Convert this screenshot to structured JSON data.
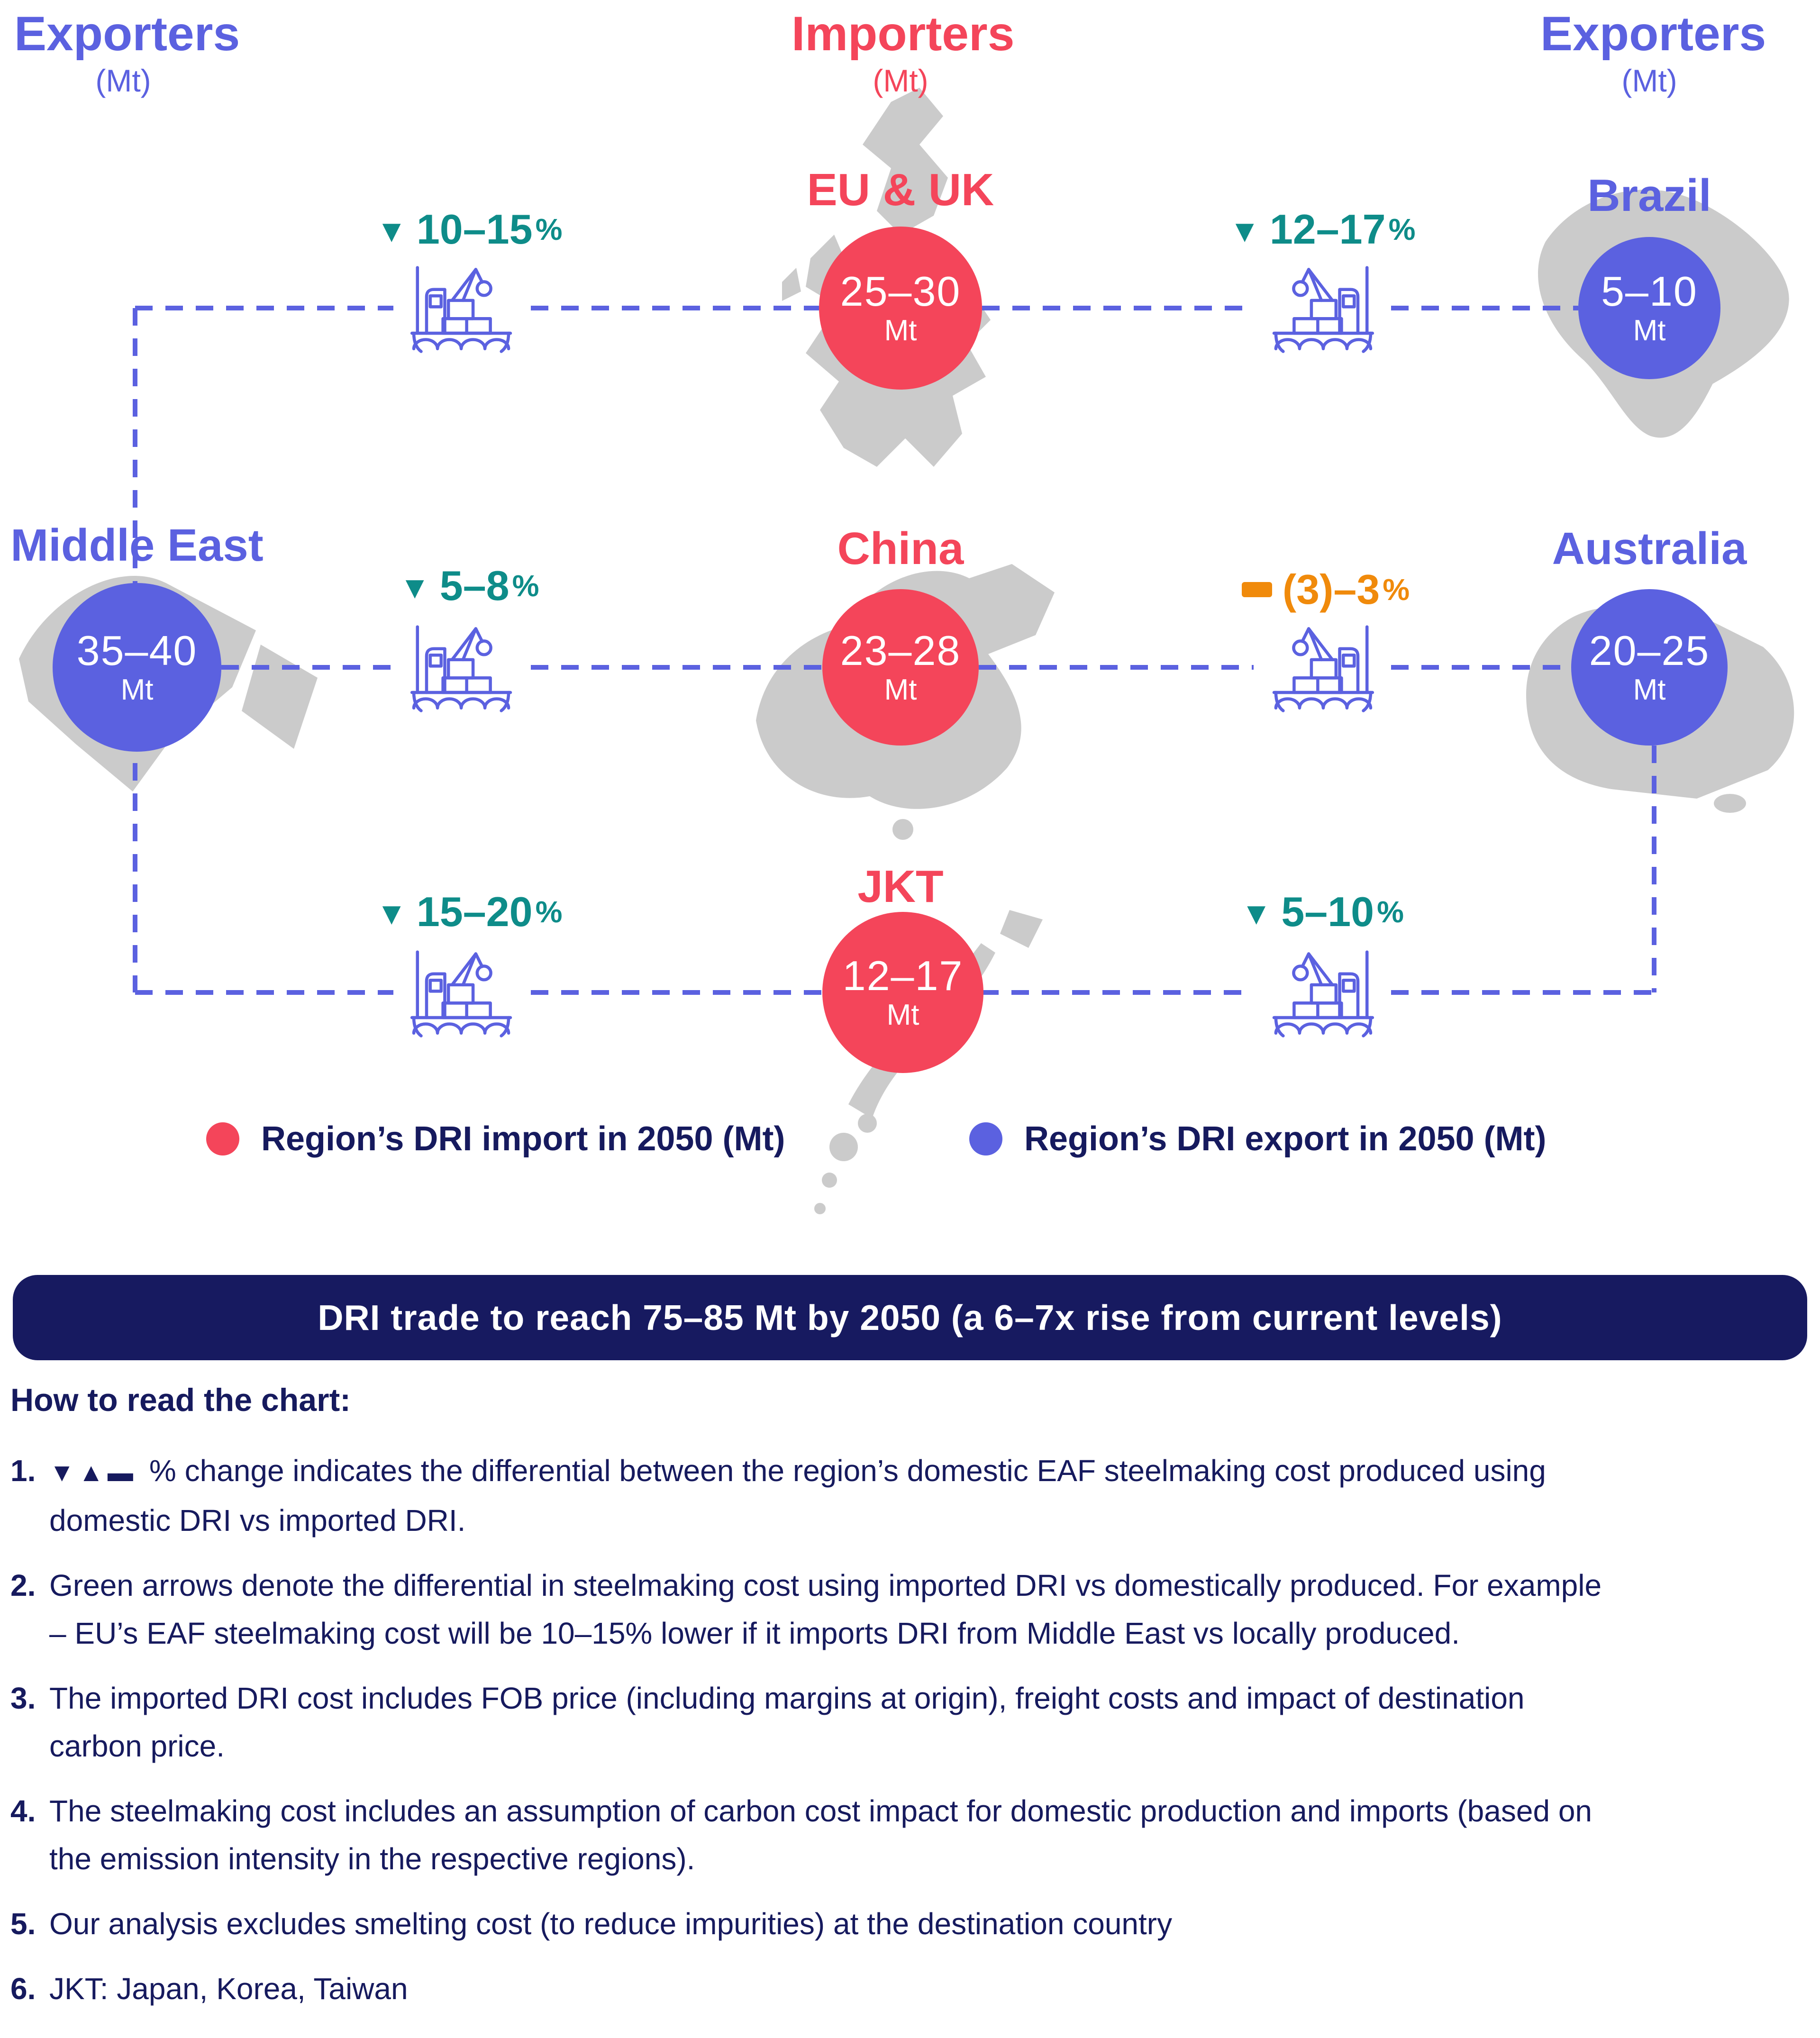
{
  "columns": {
    "left": {
      "title": "Exporters",
      "unit": "(Mt)"
    },
    "center": {
      "title": "Importers",
      "unit": "(Mt)"
    },
    "right": {
      "title": "Exporters",
      "unit": "(Mt)"
    }
  },
  "nodes": {
    "eu": {
      "name": "EU & UK",
      "value": "25–30",
      "unit": "Mt",
      "role": "importer"
    },
    "china": {
      "name": "China",
      "value": "23–28",
      "unit": "Mt",
      "role": "importer"
    },
    "jkt": {
      "name": "JKT",
      "value": "12–17",
      "unit": "Mt",
      "role": "importer"
    },
    "middle_east": {
      "name": "Middle East",
      "value": "35–40",
      "unit": "Mt",
      "role": "exporter"
    },
    "brazil": {
      "name": "Brazil",
      "value": "5–10",
      "unit": "Mt",
      "role": "exporter"
    },
    "australia": {
      "name": "Australia",
      "value": "20–25",
      "unit": "Mt",
      "role": "exporter"
    }
  },
  "flows": {
    "middle_east_to_eu": {
      "change": "10–15",
      "pct": "%",
      "marker": "down"
    },
    "brazil_to_eu": {
      "change": "12–17",
      "pct": "%",
      "marker": "down"
    },
    "middle_east_to_china": {
      "change": "5–8",
      "pct": "%",
      "marker": "down"
    },
    "australia_to_china": {
      "change": "(3)–3",
      "pct": "%",
      "marker": "flat"
    },
    "middle_east_to_jkt": {
      "change": "15–20",
      "pct": "%",
      "marker": "down"
    },
    "australia_to_jkt": {
      "change": "5–10",
      "pct": "%",
      "marker": "down"
    }
  },
  "icons": {
    "down_arrow": "▼"
  },
  "legend": {
    "import_label": "Region’s DRI import in 2050 (Mt)",
    "export_label": "Region’s DRI export in 2050 (Mt)"
  },
  "banner": {
    "text": "DRI trade to reach 75–85 Mt by 2050 (a 6–7x rise from current levels)"
  },
  "notes": {
    "heading": "How to read the chart:",
    "items": [
      {
        "num": "1.",
        "symbols": "▼▲▬",
        "text": "% change indicates the differential between the region’s domestic EAF steelmaking cost produced using domestic DRI vs imported DRI."
      },
      {
        "num": "2.",
        "text": "Green arrows denote the differential in steelmaking cost using imported DRI vs domestically produced. For example – EU’s EAF steelmaking cost will be 10–15% lower if it imports DRI from Middle East vs locally produced."
      },
      {
        "num": "3.",
        "text": "The imported DRI cost includes FOB price (including margins at origin), freight costs and impact of destination carbon price."
      },
      {
        "num": "4.",
        "text": "The steelmaking cost includes an assumption of carbon cost impact for domestic production and imports (based on the emission intensity in the respective regions)."
      },
      {
        "num": "5.",
        "text": "Our analysis excludes smelting cost (to reduce impurities) at the destination country"
      },
      {
        "num": "6.",
        "text": "JKT: Japan, Korea, Taiwan"
      }
    ]
  },
  "colors": {
    "purple": "#5B61E0",
    "red": "#F4455A",
    "teal": "#0E8C89",
    "orange": "#F08A0B",
    "navy": "#161A5E",
    "map_gray": "#CBCBCB",
    "banner_bg": "#171A60"
  }
}
